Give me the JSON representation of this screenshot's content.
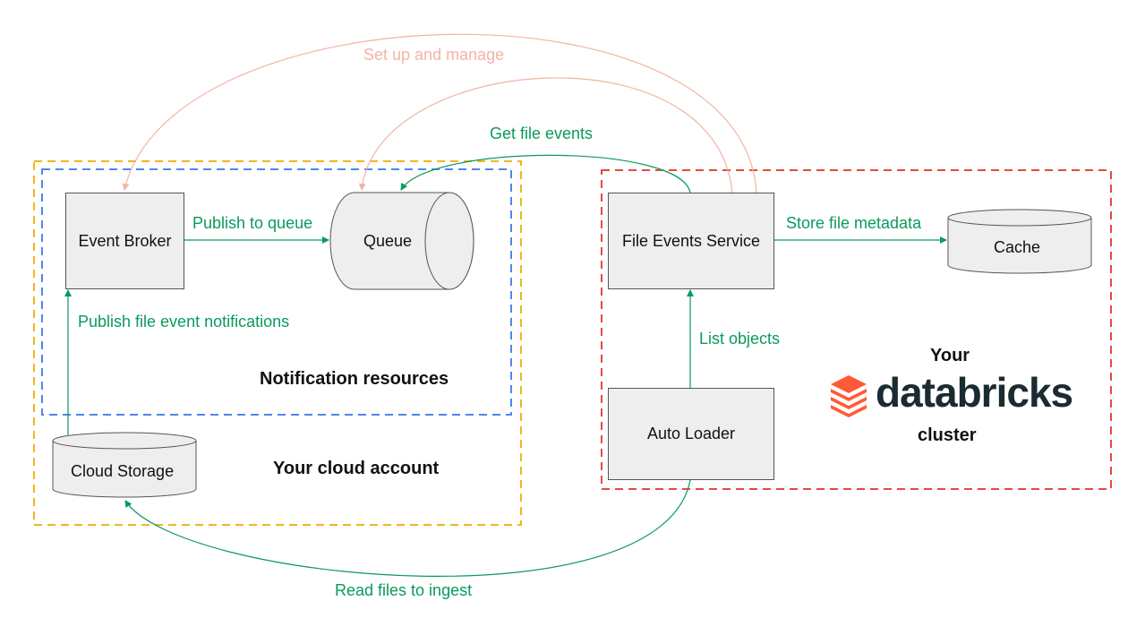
{
  "colors": {
    "cloud_account_border": "#f2b51d",
    "notification_border": "#4f86f0",
    "databricks_border": "#e8493b",
    "arrow_green": "#0a9a5c",
    "arrow_pink": "#f4b3a6",
    "brand_orange": "#ff5a36",
    "brand_dark": "#1b2b32"
  },
  "nodes": {
    "event_broker": "Event Broker",
    "queue": "Queue",
    "file_events_service": "File Events Service",
    "cache": "Cache",
    "auto_loader": "Auto Loader",
    "cloud_storage": "Cloud Storage"
  },
  "edges": {
    "set_up_and_manage": "Set up and manage",
    "get_file_events": "Get file events",
    "publish_to_queue": "Publish to queue",
    "store_file_metadata": "Store file metadata",
    "publish_file_event_notifications": "Publish file event notifications",
    "list_objects": "List objects",
    "read_files_to_ingest": "Read files to ingest"
  },
  "groups": {
    "notification_resources": "Notification resources",
    "your_cloud_account": "Your cloud account",
    "databricks_your": "Your",
    "databricks_brand": "databricks",
    "databricks_cluster": "cluster"
  },
  "icons": {
    "brand_logo": "databricks-layers-icon"
  }
}
